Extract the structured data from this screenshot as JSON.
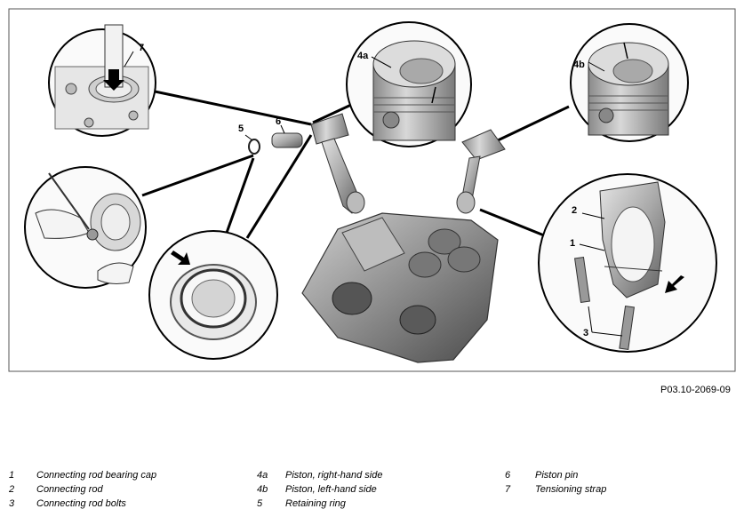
{
  "figure": {
    "reference": "P03.10-2069-09",
    "callouts": {
      "c7": "7",
      "c4a": "4a",
      "c4b": "4b",
      "c5": "5",
      "c6": "6",
      "c2": "2",
      "c1": "1",
      "c3": "3"
    }
  },
  "legend": {
    "col1": [
      {
        "num": "1",
        "text": "Connecting rod bearing cap"
      },
      {
        "num": "2",
        "text": "Connecting rod"
      },
      {
        "num": "3",
        "text": "Connecting rod bolts"
      }
    ],
    "col2": [
      {
        "num": "4a",
        "text": "Piston, right-hand side"
      },
      {
        "num": "4b",
        "text": "Piston, left-hand side"
      },
      {
        "num": "5",
        "text": "Retaining ring"
      }
    ],
    "col3": [
      {
        "num": "6",
        "text": "Piston pin"
      },
      {
        "num": "7",
        "text": "Tensioning strap"
      }
    ]
  },
  "colors": {
    "frame": "#555555",
    "metal_dark": "#6e6e6e",
    "metal_mid": "#9c9c9c",
    "metal_light": "#d2d2d2"
  }
}
